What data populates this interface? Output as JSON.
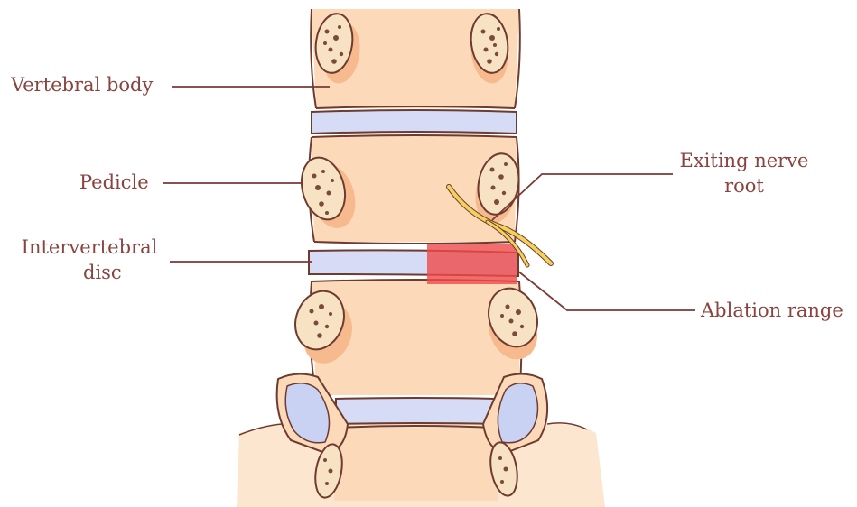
{
  "labels": {
    "vertebral_body": "Vertebral body",
    "pedicle": "Pedicle",
    "intervertebral_disc_line1": "Intervertebral",
    "intervertebral_disc_line2": "disc",
    "exiting_nerve_root_line1": "Exiting nerve",
    "exiting_nerve_root_line2": "root",
    "ablation_range": "Ablation range"
  },
  "colors": {
    "label_text": "#8a4440",
    "leader_line": "#7a3a36",
    "bone": "#fcd9b8",
    "bone_shadow": "#f7b98e",
    "outline": "#6e3b2f",
    "disc": "#d7dcf6",
    "pedicle_fill": "#f8e2c4",
    "pedicle_spots": "#7a4a3a",
    "facet_blue": "#c9d2f3",
    "nerve": "#f2d25c",
    "ablation": "#ef4a4a"
  }
}
